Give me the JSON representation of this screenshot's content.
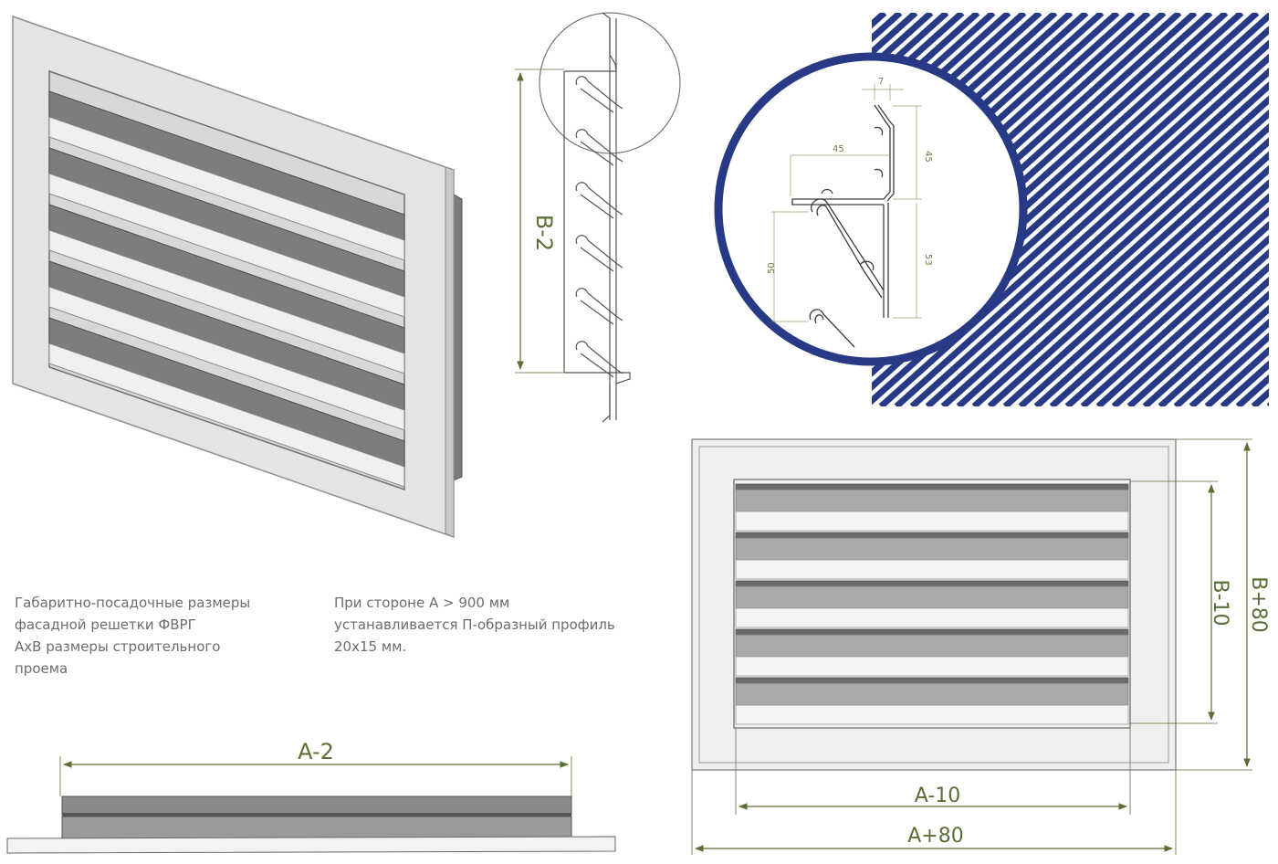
{
  "captions": {
    "left": "Габаритно-посадочные размеры\nфасадной   решетки   ФВРГ\nAxB размеры строительного\nпроема",
    "right": "При стороне А > 900 мм\nустанавливается П-образный профиль\n20х15  мм."
  },
  "dimensions": {
    "side_height": "B-2",
    "bottom_width": "A-2",
    "front_inner_width": "A-10",
    "front_outer_width": "A+80",
    "front_inner_height": "B-10",
    "front_outer_height": "B+80"
  },
  "detail_dimensions": {
    "top_width": "7",
    "depth": "45",
    "upper_height": "45",
    "lower_height": "53",
    "left_height": "50"
  },
  "colors": {
    "accent_navy": "#283a86",
    "dimension_green": "#5a6f35",
    "frame_gray": "#e6e6e6",
    "slat_dark": "#7d7d7d"
  }
}
